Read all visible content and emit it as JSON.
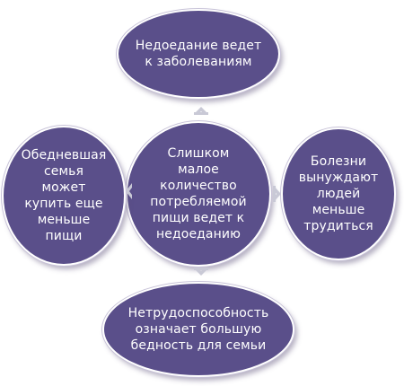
{
  "colors": {
    "node_fill": "#5a4f8a",
    "node_border": "#ffffff",
    "node_text": "#ffffff",
    "arrow": "#c9c9d6"
  },
  "nodes": {
    "center": "Слишком\nмалое\nколичество\nпотребляемой\nпищи ведет к\nнедоеданию",
    "top": "Недоедание ведет\nк заболеваниям",
    "right": "Болезни\nвынуждают\nлюдей\nменьше\nтрудиться",
    "bottom": "Нетрудоспособность\nозначает большую\nбедность для семьи",
    "left": "Обедневшая\nсемья\nможет\nкупить еще\nменьше\nпищи"
  },
  "arrows": [
    "center-to-top",
    "center-to-right",
    "center-to-bottom",
    "center-to-left"
  ]
}
